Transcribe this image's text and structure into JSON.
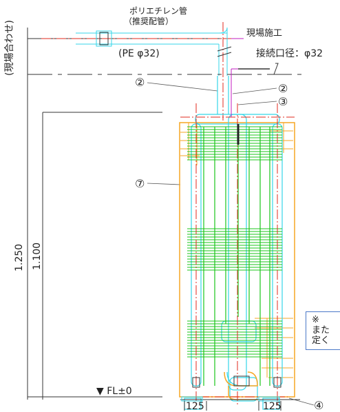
{
  "labels": {
    "pipe_name": "ポリエチレン管",
    "pipe_recommended": "（推奨配管）",
    "pipe_spec": "(PE φ32)",
    "site_work": "現場施工",
    "connection_diameter": "接続口径：φ32",
    "field_adjust": "(現場合わせ)",
    "dim_total": "1.250",
    "dim_inner": "1.100",
    "floor_level": "▼ FL±0",
    "foot_left": "125",
    "foot_right": "125"
  },
  "callouts": {
    "c2a": "②",
    "c2b": "②",
    "c3": "③",
    "c7": "⑦",
    "c4": "④"
  },
  "note_box": {
    "line1": "※",
    "line2": "また",
    "line3": "定く"
  },
  "colors": {
    "frame_orange": "#f5a623",
    "tube_green": "#19c419",
    "pipe_cyan": "#34d6e8",
    "centerline_red": "#e0281e",
    "accent_magenta": "#c21ec2",
    "note_border": "#4a78c8"
  }
}
